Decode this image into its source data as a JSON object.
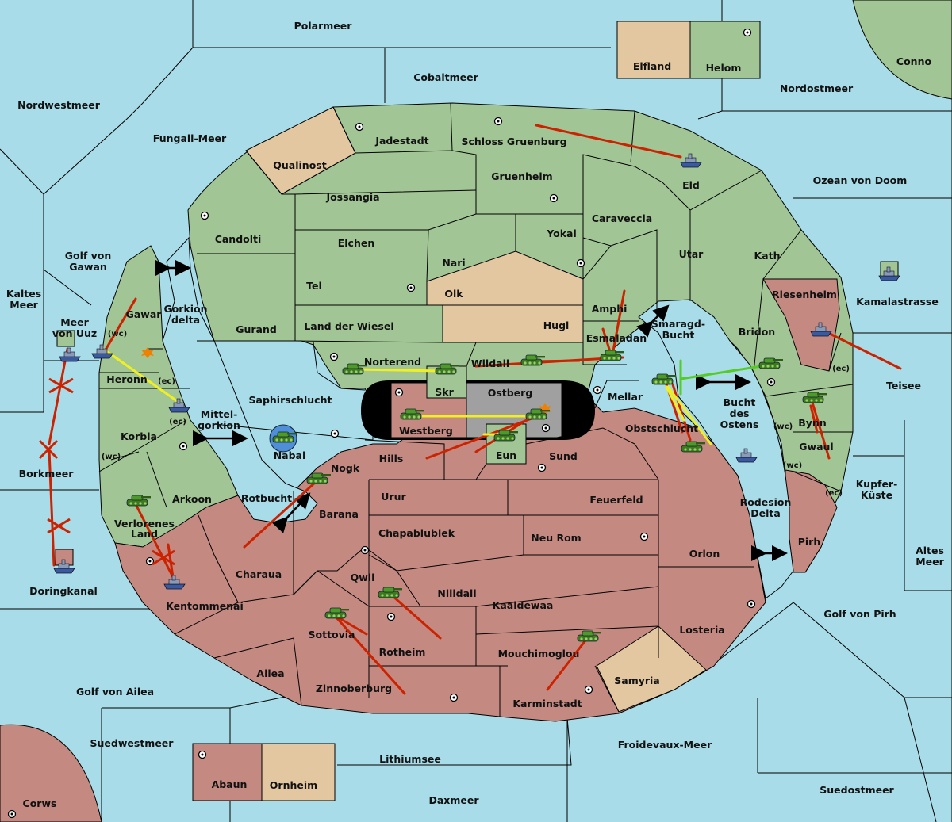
{
  "colors": {
    "sea": "#a8dce8",
    "neutral": "#e3c7a0",
    "green_power": "#a2c596",
    "red_power": "#c48a82",
    "gray_power": "#a0a0a0",
    "black": "#000000",
    "order_red": "#cc2200",
    "order_yellow": "#f0f020",
    "order_green": "#55cc22"
  },
  "seas": {
    "polarmeer": "Polarmeer",
    "cobaltmeer": "Cobaltmeer",
    "nordwestmeer": "Nordwestmeer",
    "fungali": "Fungali-Meer",
    "nordostmeer": "Nordostmeer",
    "ozean": "Ozean von Doom",
    "gawan_1": "Golf von",
    "gawan_2": "Gawan",
    "kaltes_1": "Kaltes",
    "kaltes_2": "Meer",
    "uuz_1": "Meer",
    "uuz_2": "von Uuz",
    "kamalastrasse": "Kamalastrasse",
    "teisee": "Teisee",
    "borkmeer": "Borkmeer",
    "doringkanal": "Doringkanal",
    "kupfer_1": "Kupfer-",
    "kupfer_2": "Küste",
    "altes_1": "Altes",
    "altes_2": "Meer",
    "pirh_golf": "Golf von Pirh",
    "ailea_golf": "Golf von Ailea",
    "suedwestmeer": "Suedwestmeer",
    "lithiumsee": "Lithiumsee",
    "froidevaux": "Froidevaux-Meer",
    "daxmeer": "Daxmeer",
    "suedostmeer": "Suedostmeer",
    "smaragd_1": "Smaragd-",
    "smaragd_2": "Bucht",
    "bucht_1": "Bucht",
    "bucht_2": "des",
    "bucht_3": "Ostens",
    "gorkion_1": "Gorkion",
    "gorkion_2": "delta",
    "mittel_1": "Mittel-",
    "mittel_2": "gorkion",
    "rodesion_1": "Rodesion",
    "rodesion_2": "Delta",
    "rotbucht": "Rotbucht",
    "nabai": "Nabai"
  },
  "lands": {
    "elfland": "Elfland",
    "helom": "Helom",
    "conno": "Conno",
    "jadestadt": "Jadestadt",
    "schloss": "Schloss Gruenburg",
    "qualinost": "Qualinost",
    "jossangia": "Jossangia",
    "gruenheim": "Gruenheim",
    "eld": "Eld",
    "caraveccia": "Caraveccia",
    "candolti": "Candolti",
    "elchen": "Elchen",
    "yokai": "Yokai",
    "utar": "Utar",
    "kath": "Kath",
    "nari": "Nari",
    "tel": "Tel",
    "olk": "Olk",
    "amphi": "Amphi",
    "riesenheim": "Riesenheim",
    "gurand": "Gurand",
    "wiesel": "Land der Wiesel",
    "hugl": "Hugl",
    "esmaladan": "Esmaladan",
    "bridon": "Bridon",
    "gawar": "Gawar",
    "heronn": "Heronn",
    "norterend": "Norterend",
    "wildall": "Wildall",
    "skr": "Skr",
    "ostberg": "Ostberg",
    "mellar": "Mellar",
    "saphirschlucht": "Saphirschlucht",
    "westberg": "Westberg",
    "eun": "Eun",
    "sund": "Sund",
    "obstschlucht": "Obstschlucht",
    "bynn": "Bynn",
    "gwaul": "Gwaul",
    "korbia": "Korbia",
    "hills": "Hills",
    "nogk": "Nogk",
    "arkoon": "Arkoon",
    "urur": "Urur",
    "feuerfeld": "Feuerfeld",
    "barana": "Barana",
    "verlorenes_1": "Verlorenes",
    "verlorenes_2": "Land",
    "chapablublek": "Chapablublek",
    "neurom": "Neu Rom",
    "orlon": "Orlon",
    "pirh": "Pirh",
    "charaua": "Charaua",
    "qwil": "Qwil",
    "nilldall": "Nilldall",
    "kaaldewaa": "Kaaldewaa",
    "kentommenai": "Kentommenai",
    "sottovia": "Sottovia",
    "rotheim": "Rotheim",
    "losteria": "Losteria",
    "mouchimoglou": "Mouchimoglou",
    "ailea": "Ailea",
    "samyria": "Samyria",
    "zinnoberburg": "Zinnoberburg",
    "karminstadt": "Karminstadt",
    "abaun": "Abaun",
    "ornheim": "Ornheim",
    "corws": "Corws"
  },
  "coasts": {
    "wc": "(wc)",
    "ec": "(ec)"
  },
  "units": {
    "army_icon": "tank-icon",
    "fleet_icon": "ship-icon",
    "supply_icon": "supply-center-icon",
    "explosion_icon": "explosion-icon",
    "failed_icon": "failed-order-icon"
  }
}
